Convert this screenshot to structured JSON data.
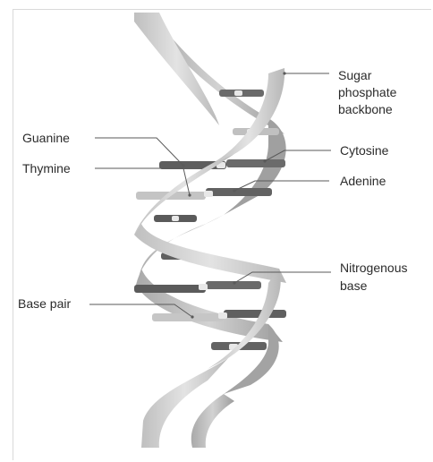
{
  "labels": {
    "sugar_line1": "Sugar",
    "sugar_line2": "phosphate",
    "sugar_line3": "backbone",
    "guanine": "Guanine",
    "cytosine": "Cytosine",
    "thymine": "Thymine",
    "adenine": "Adenine",
    "nitrogenous_line1": "Nitrogenous",
    "nitrogenous_line2": "base",
    "base_pair": "Base pair"
  },
  "colors": {
    "backbone_light": "#cdcdcd",
    "backbone_mid": "#b5b5b5",
    "backbone_dark": "#8e8e8e",
    "base_dark": "#595959",
    "base_light": "#bdbdbd",
    "leader_line": "#5a5a5a",
    "text": "#2b2b2b"
  }
}
